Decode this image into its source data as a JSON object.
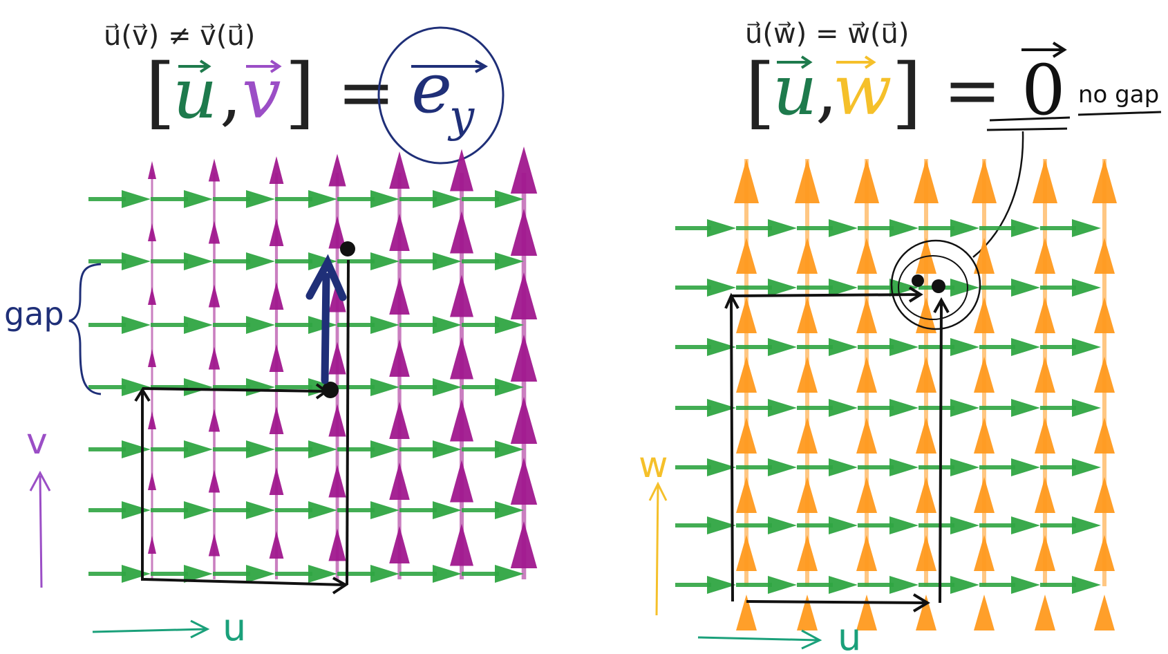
{
  "left": {
    "inequality_note": "u⃗(v⃗) ≠ v⃗(u⃗)",
    "lhs_open": "[",
    "u": "u",
    "comma": ",",
    "v": "v",
    "lhs_close": "]",
    "equals": "=",
    "result_base": "e",
    "result_sub": "y",
    "gap_label": "gap",
    "axis_v": "v",
    "axis_u": "u"
  },
  "right": {
    "equality_note": "u⃗(w⃗) = w⃗(u⃗)",
    "lhs_open": "[",
    "u": "u",
    "comma": ",",
    "w": "w",
    "lhs_close": "]",
    "equals": "=",
    "result": "0",
    "no_gap_label": "no gap",
    "axis_w": "w",
    "axis_u": "u"
  },
  "colors": {
    "green": "#1a8a4e",
    "green_arrow": "#2fa542",
    "purple": "#9b4ec6",
    "magenta": "#a0188e",
    "navy": "#1f2f78",
    "orange": "#ff9a1f",
    "yellow": "#f5c02a",
    "teal": "#1aa07a",
    "black": "#111111"
  }
}
